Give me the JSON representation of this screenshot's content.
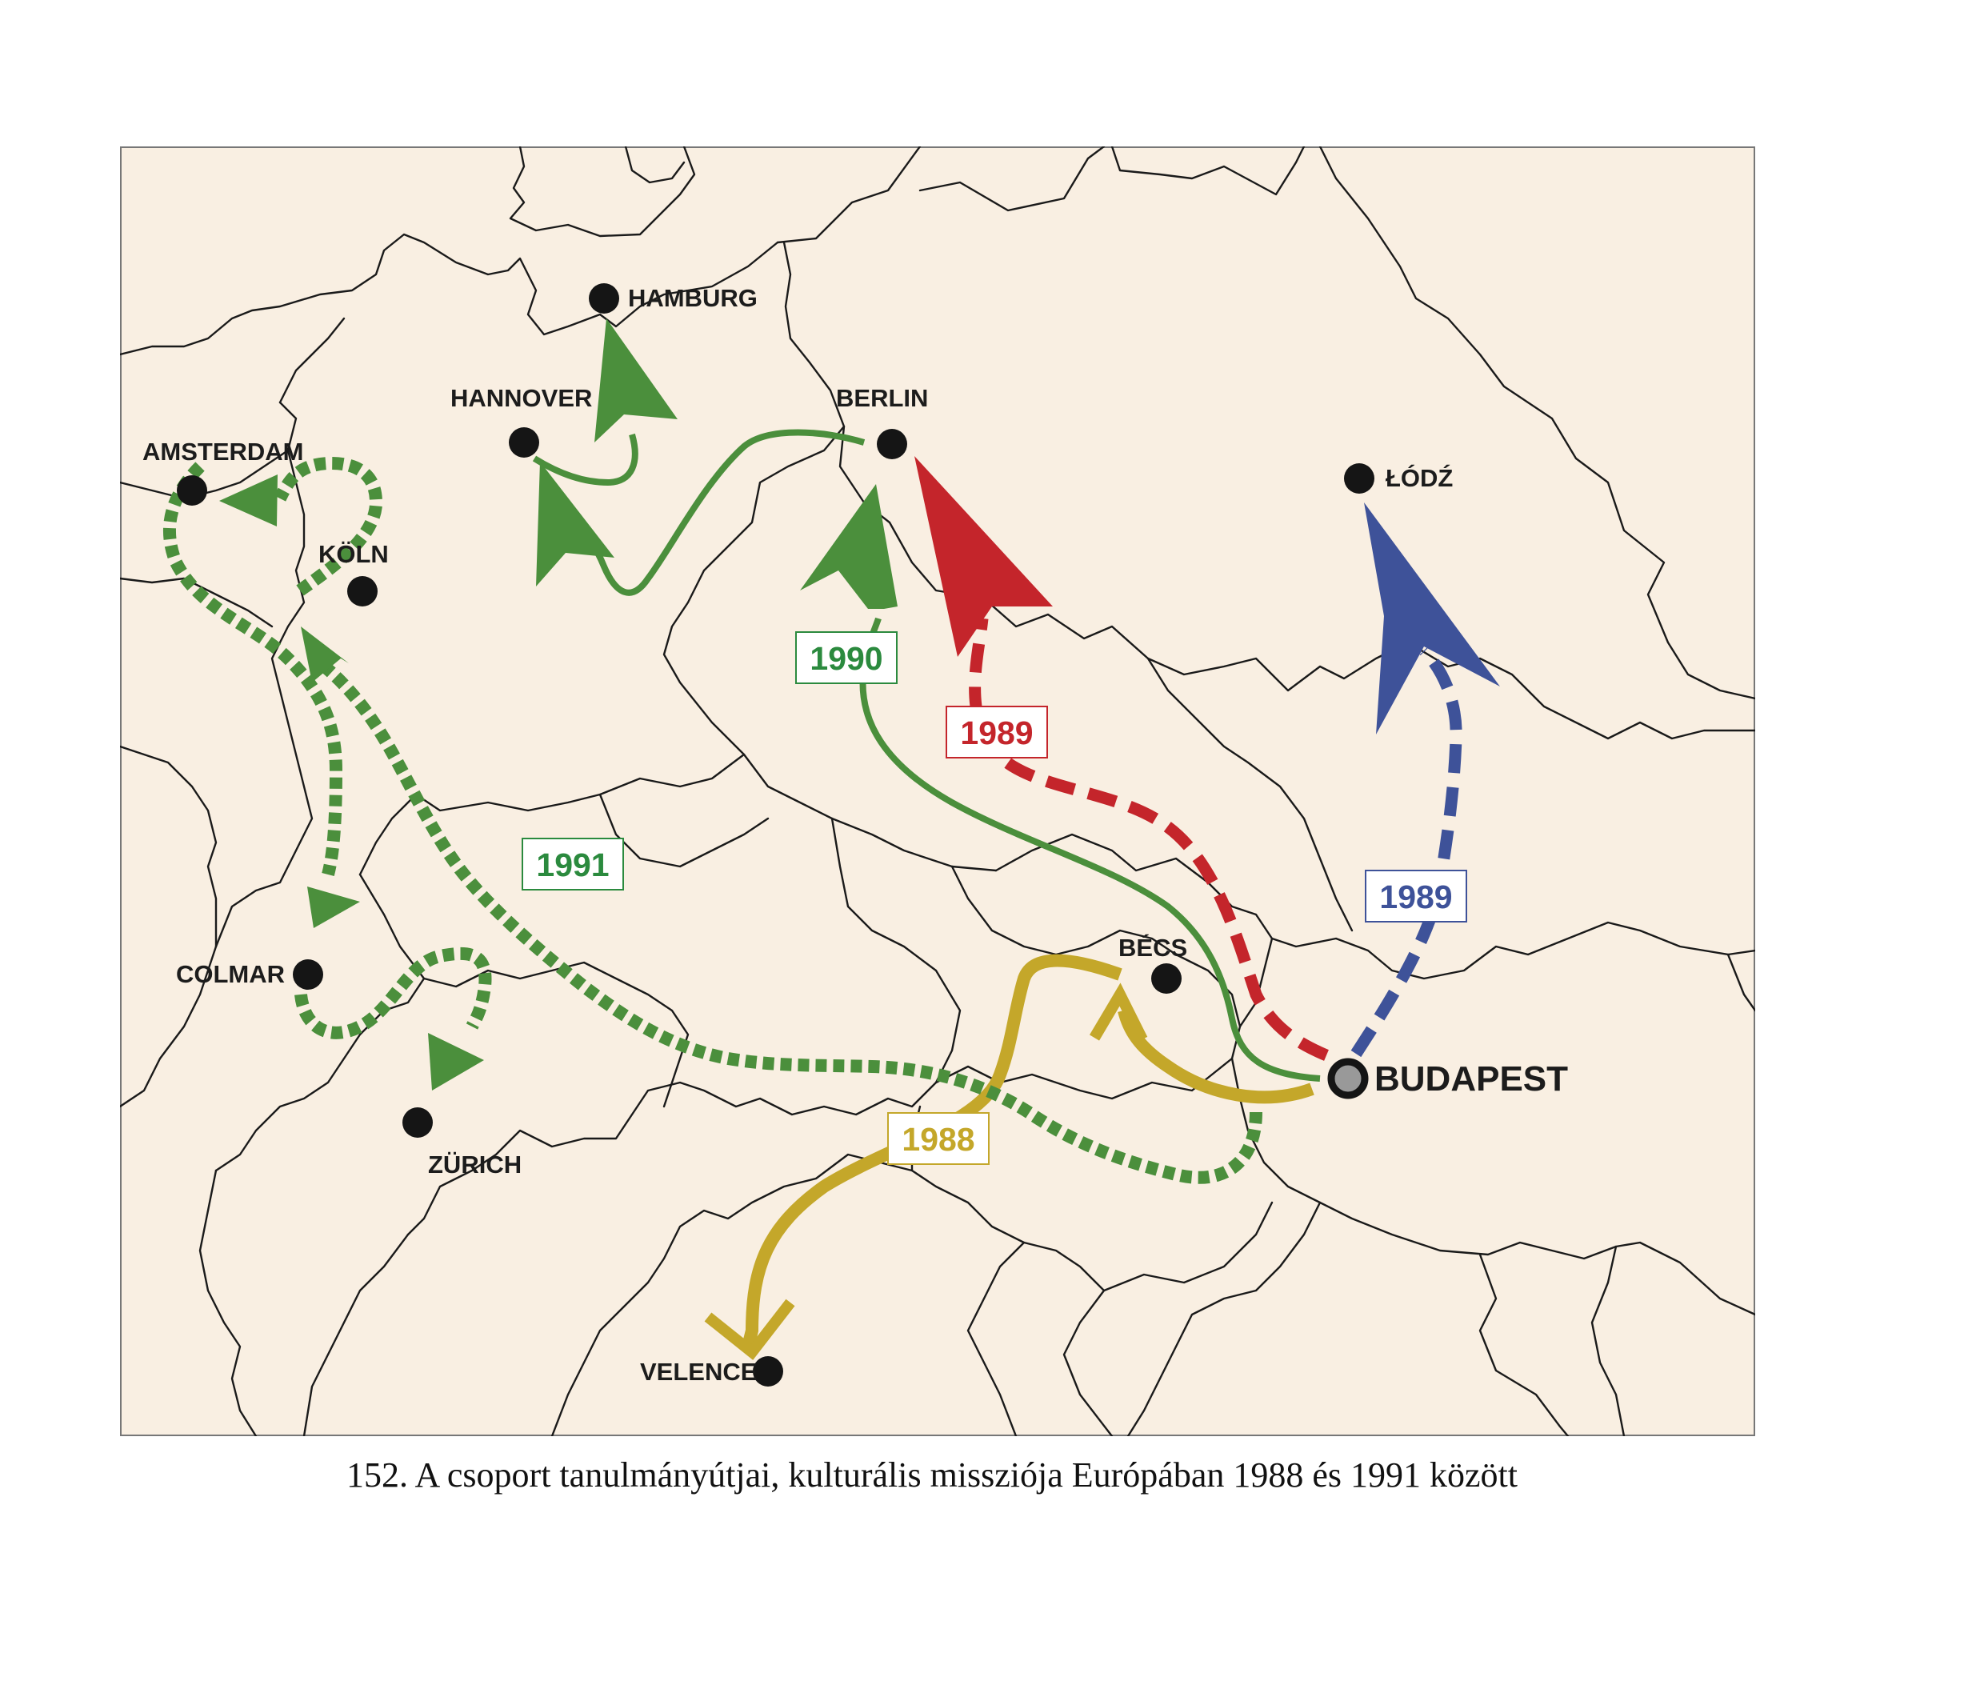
{
  "colors": {
    "background": "#f9efe2",
    "green": "#4b8f3c",
    "red": "#c4252b",
    "blue": "#3e5299",
    "gold": "#c4a72a",
    "label_green": "#2b8a3e"
  },
  "cities": {
    "hamburg": "HAMBURG",
    "hannover": "HANNOVER",
    "berlin": "BERLIN",
    "amsterdam": "AMSTERDAM",
    "koln": "KÖLN",
    "lodz": "ŁÓDŹ",
    "colmar": "COLMAR",
    "zurich": "ZÜRICH",
    "becs": "BÉCS",
    "budapest": "BUDAPEST",
    "velence": "VELENCE"
  },
  "routes": {
    "r1988": {
      "year": "1988",
      "color": "gold",
      "from": "BUDAPEST",
      "via": [
        "BÉCS"
      ],
      "to": "VELENCE"
    },
    "r1989_red": {
      "year": "1989",
      "color": "red",
      "from": "BUDAPEST",
      "to": "BERLIN"
    },
    "r1989_blue": {
      "year": "1989",
      "color": "blue",
      "from": "BUDAPEST",
      "to": "ŁÓDŹ"
    },
    "r1990": {
      "year": "1990",
      "color": "green",
      "from": "BUDAPEST",
      "to": "BERLIN",
      "then": [
        "HANNOVER",
        "HAMBURG"
      ]
    },
    "r1991": {
      "year": "1991",
      "color": "green",
      "from": "BUDAPEST",
      "to": "KÖLN",
      "then": [
        "AMSTERDAM",
        "COLMAR",
        "ZÜRICH"
      ]
    }
  },
  "caption": "152. A csoport tanulmányútjai, kulturális missziója Európában 1988 és 1991 között"
}
